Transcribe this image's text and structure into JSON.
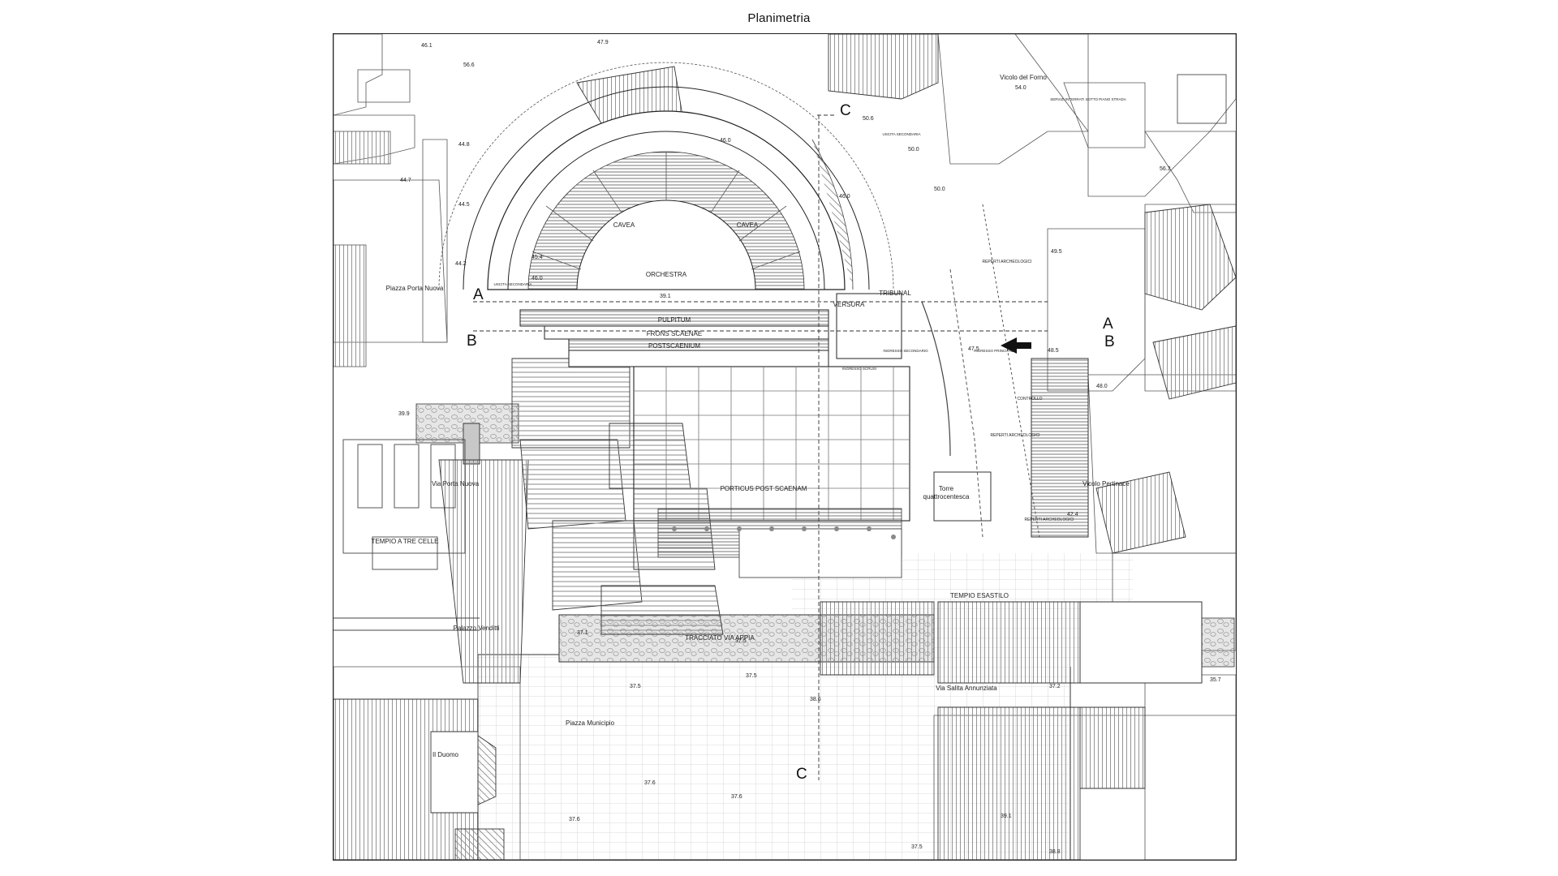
{
  "title": "Planimetria",
  "section_markers": [
    "A",
    "B",
    "C"
  ],
  "labels": {
    "orchestra": "ORCHESTRA",
    "cavea_left": "CAVEA",
    "cavea_right": "CAVEA",
    "pulpitum": "PULPITUM",
    "frons_scaenae": "FRONS SCAENAE",
    "postscaenium": "POSTSCAENIUM",
    "versura": "VERSURA",
    "tribunal": "TRIBUNAL",
    "porticus": "PORTICUS POST SCAENAM",
    "torre_1": "Torre",
    "torre_2": "quattrocentesca",
    "tempio_esastilo": "TEMPIO ESASTILO",
    "tracciato": "TRACCIATO VIA APPIA",
    "piazza_municipio": "Piazza Municipio",
    "palazzo_venditti": "Palazzo Venditti",
    "tempio_tre_celle": "TEMPIO A TRE CELLE",
    "via_porta_nuova": "Via Porta Nuova",
    "piazza_porta_nuova": "Piazza Porta Nuova",
    "il_duomo": "Il Duomo",
    "vicolo_del_forno": "Vicolo del Forno",
    "vicolo_pertinace": "Vicolo Pertinace",
    "via_salita": "Via Salita Annunziata",
    "reperti_1": "REPERTI ARCHEOLOGICI",
    "reperti_2": "REPERTI ARCHEOLOGICI",
    "reperti_3": "REPERTI ARCHEOLOGICI",
    "controllo": "CONTROLLO",
    "ingresso_principale": "INGRESSO PRINCIPALE",
    "ingresso_secondario": "INGRESSO SECONDARIO",
    "ingresso_scrusi": "INGRESSO SCRUSI",
    "uscita_secondaria_1": "USCITA SECONDARIA",
    "uscita_secondaria_2": "USCITA SECONDARIA",
    "servizi": "SERVIZI INTERRATI SOTTO PIANO STRADA"
  },
  "elevations": {
    "e1": "46.1",
    "e2": "47.9",
    "e3": "56.6",
    "e4": "44.8",
    "e5": "44.7",
    "e6": "44.5",
    "e7": "44.2",
    "e8": "45.4",
    "e9": "46.0",
    "e10": "46.0",
    "e11": "46.0",
    "e12": "39.1",
    "e13": "50.6",
    "e14": "50.0",
    "e15": "50.0",
    "e16": "54.0",
    "e17": "56.3",
    "e18": "49.5",
    "e19": "47.5",
    "e20": "48.5",
    "e21": "48.0",
    "e22": "42.4",
    "e23": "39.9",
    "e24": "37.1",
    "e25": "37.5",
    "e26": "37.5",
    "e27": "37.5",
    "e28": "38.6",
    "e29": "37.6",
    "e30": "37.6",
    "e31": "37.6",
    "e32": "37.2",
    "e33": "35.7",
    "e34": "39.1",
    "e35": "38.8",
    "e36": "37.5"
  },
  "colors": {
    "line": "#222222",
    "hatch": "#9a9a9a",
    "shade": "#c8c8c8",
    "cobble": "#d9d9d9",
    "paper": "#ffffff"
  }
}
